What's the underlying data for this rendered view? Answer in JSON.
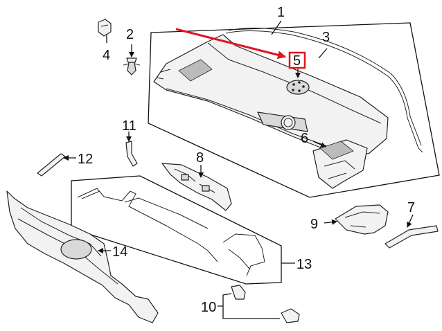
{
  "callouts": {
    "c1": "1",
    "c2": "2",
    "c3": "3",
    "c4": "4",
    "c5": "5",
    "c6": "6",
    "c7": "7",
    "c8": "8",
    "c9": "9",
    "c10": "10",
    "c11": "11",
    "c12": "12",
    "c13": "13",
    "c14": "14"
  },
  "colors": {
    "highlight": "#e0141e",
    "line": "#111111"
  }
}
